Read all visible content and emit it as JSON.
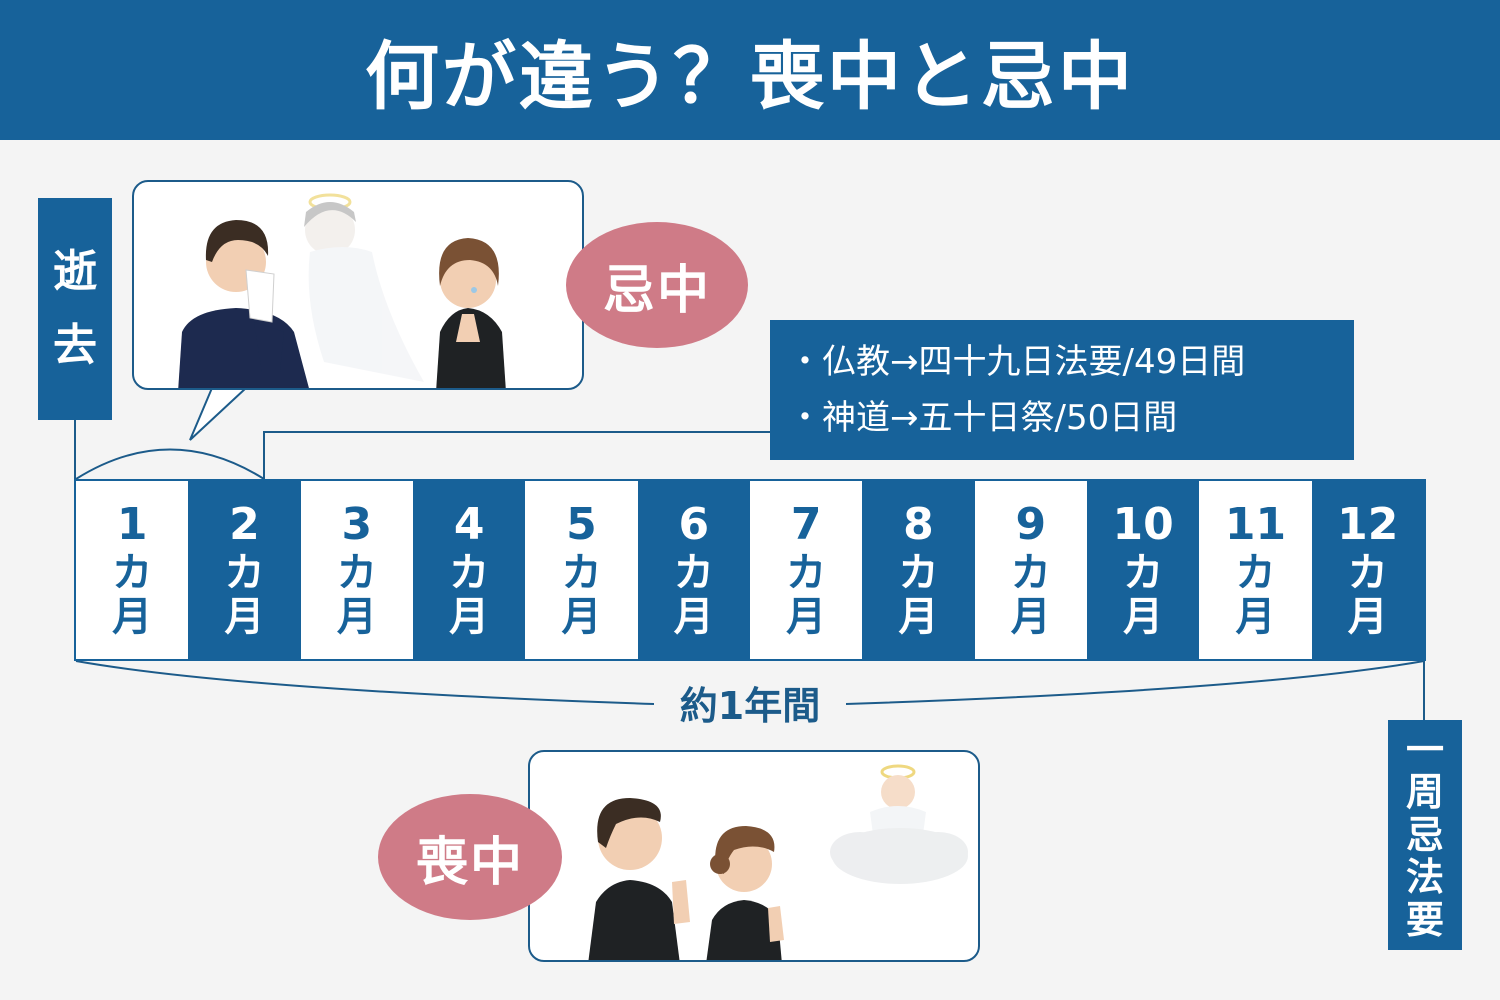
{
  "header": {
    "title": "何が違う？喪中と忌中"
  },
  "start_label": [
    "逝",
    "去"
  ],
  "end_label": [
    "一",
    "周",
    "忌",
    "法",
    "要"
  ],
  "badges": {
    "kichu": "忌中",
    "mochu": "喪中"
  },
  "info": {
    "lines": [
      "・仏教→四十九日法要/49日間",
      "・神道→五十日祭/50日間"
    ]
  },
  "months": {
    "unit": [
      "カ",
      "月"
    ],
    "items": [
      {
        "num": "1"
      },
      {
        "num": "2"
      },
      {
        "num": "3"
      },
      {
        "num": "4"
      },
      {
        "num": "5"
      },
      {
        "num": "6"
      },
      {
        "num": "7"
      },
      {
        "num": "8"
      },
      {
        "num": "9"
      },
      {
        "num": "10"
      },
      {
        "num": "11"
      },
      {
        "num": "12"
      }
    ]
  },
  "span_label": "約1年間",
  "colors": {
    "primary": "#17629a",
    "badge": "#cf7b87",
    "background": "#f4f4f4"
  }
}
